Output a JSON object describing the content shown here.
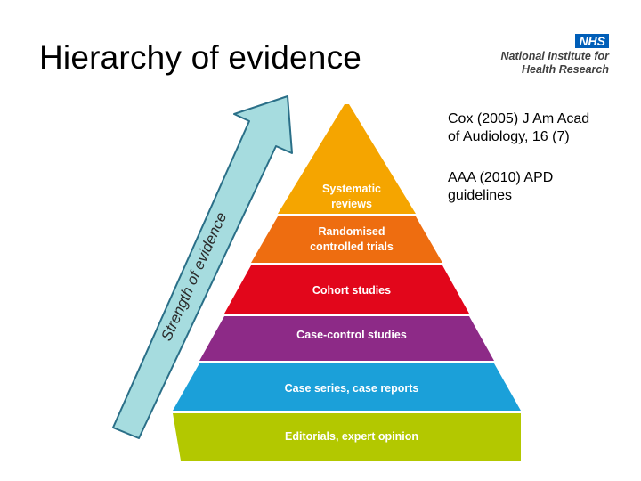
{
  "title": "Hierarchy of evidence",
  "logo": {
    "badge": "NHS",
    "line1": "National Institute for",
    "line2": "Health Research"
  },
  "references": [
    {
      "line1": "Cox (2005) J Am Acad",
      "line2": "of Audiology, 16 (7)"
    },
    {
      "line1": "AAA (2010) APD",
      "line2": "guidelines"
    }
  ],
  "arrow_label": "Strength of evidence",
  "pyramid": [
    {
      "line1": "Systematic",
      "line2": "reviews",
      "color": "#f5a500"
    },
    {
      "line1": "Randomised",
      "line2": "controlled trials",
      "color": "#ee6d10"
    },
    {
      "line1": "Cohort studies",
      "line2": "",
      "color": "#e2061b"
    },
    {
      "line1": "Case-control studies",
      "line2": "",
      "color": "#8d2a87"
    },
    {
      "line1": "Case series, case reports",
      "line2": "",
      "color": "#1ba0d9"
    },
    {
      "line1": "Editorials, expert opinion",
      "line2": "",
      "color": "#b3c800"
    }
  ],
  "colors": {
    "arrow_fill": "#a6dcdf",
    "arrow_stroke": "#2a6f88",
    "nhs_blue": "#005eb8"
  }
}
